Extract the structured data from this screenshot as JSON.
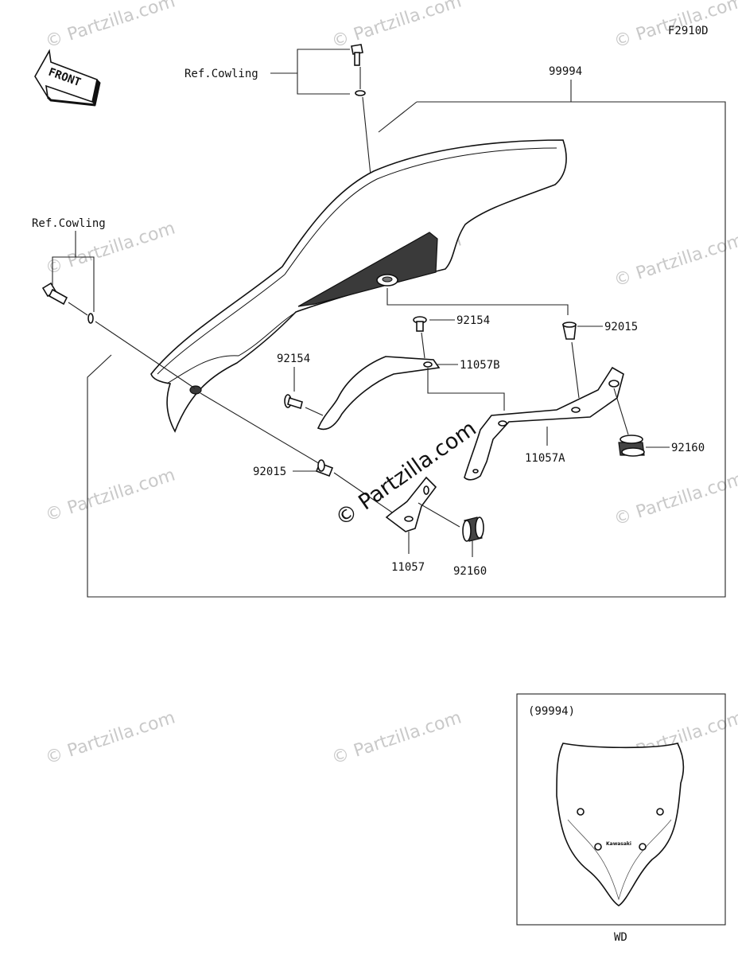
{
  "figure_code": "F2910D",
  "front_arrow_label": "FRONT",
  "ref_labels": {
    "top": "Ref.Cowling",
    "left": "Ref.Cowling"
  },
  "part_labels": {
    "assembly": "99994",
    "screw_upper": "92154",
    "collar_upper": "92015",
    "bracket_b": "11057B",
    "screw_left": "92154",
    "grommet_right": "92160",
    "bracket_a": "11057A",
    "collar_left": "92015",
    "bracket": "11057",
    "grommet_lower": "92160"
  },
  "inset": {
    "title": "(99994)",
    "logo_text": "Kawasaki",
    "caption": "WD"
  },
  "watermark": {
    "text": "© Partzilla.com",
    "center_text": "© Partzilla.com"
  }
}
